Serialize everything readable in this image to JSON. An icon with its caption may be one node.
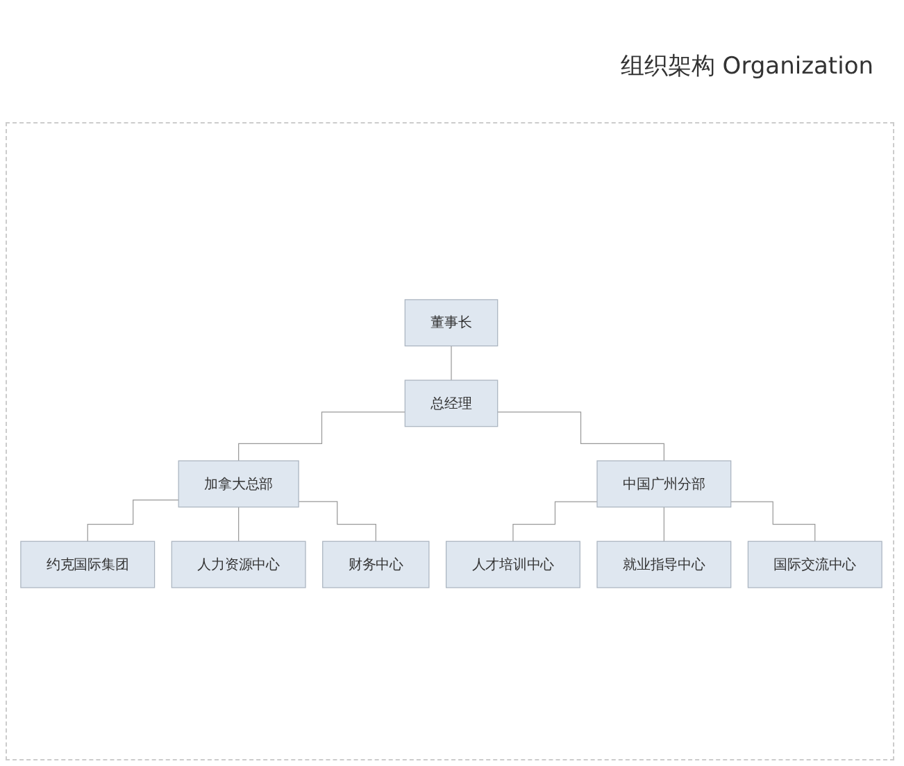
{
  "diagram": {
    "title": "组织架构 Organization",
    "nodes": [
      {
        "text": [
          "董事长"
        ]
      },
      {
        "text": [
          "总经理"
        ]
      },
      {
        "text": [
          "加拿大总部"
        ]
      },
      {
        "text": [
          "中国广州分部"
        ]
      },
      {
        "text": [
          "约克国际集团"
        ]
      },
      {
        "text": [
          "人力资源中心"
        ]
      },
      {
        "text": [
          "财务中心"
        ]
      },
      {
        "text": [
          "人才培训中心"
        ]
      },
      {
        "text": [
          "就业指导中心"
        ]
      },
      {
        "text": [
          "国际交流中心"
        ]
      }
    ],
    "edges": [
      {
        "from": 0,
        "to": 1,
        "arrow": "none"
      },
      {
        "from": 1,
        "to": 2,
        "arrow": "none"
      },
      {
        "from": 1,
        "to": 3,
        "arrow": "none"
      },
      {
        "from": 2,
        "to": 4,
        "arrow": "none"
      },
      {
        "from": 2,
        "to": 5,
        "arrow": "none"
      },
      {
        "from": 2,
        "to": 6,
        "arrow": "none"
      },
      {
        "from": 3,
        "to": 7,
        "arrow": "none"
      },
      {
        "from": 3,
        "to": 8,
        "arrow": "none"
      },
      {
        "from": 3,
        "to": 9,
        "arrow": "none"
      }
    ]
  }
}
